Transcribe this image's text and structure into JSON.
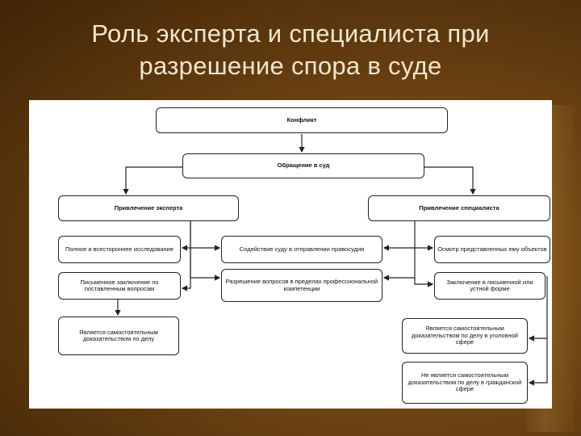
{
  "slide": {
    "title_line1": "Роль эксперта и специалиста при",
    "title_line2": "разрешение спора в суде"
  },
  "diagram": {
    "conflict": "Конфликт",
    "court_appeal": "Обращение в суд",
    "expert": "Привлечение эксперта",
    "specialist": "Привлечение специалиста",
    "expert_research": "Полное и всестороннее исследование",
    "expert_written_conclusion": "Письменное заключение по поставленным вопросам",
    "expert_evidence": "Является самостоятельным доказательством по делу",
    "court_assistance": "Содействие суду в отправлении правосудия",
    "resolve_questions": "Разрешение вопросов в пределах профессиональной компетенции",
    "inspection": "Осмотр представленных ему объектов",
    "specialist_conclusion": "Заключение в письменной или устной форме",
    "criminal_evidence": "Является самостоятельным доказательством по делу в уголовной сфере",
    "civil_not_evidence": "Не является самостоятельным доказательством по делу в гражданской сфере"
  }
}
